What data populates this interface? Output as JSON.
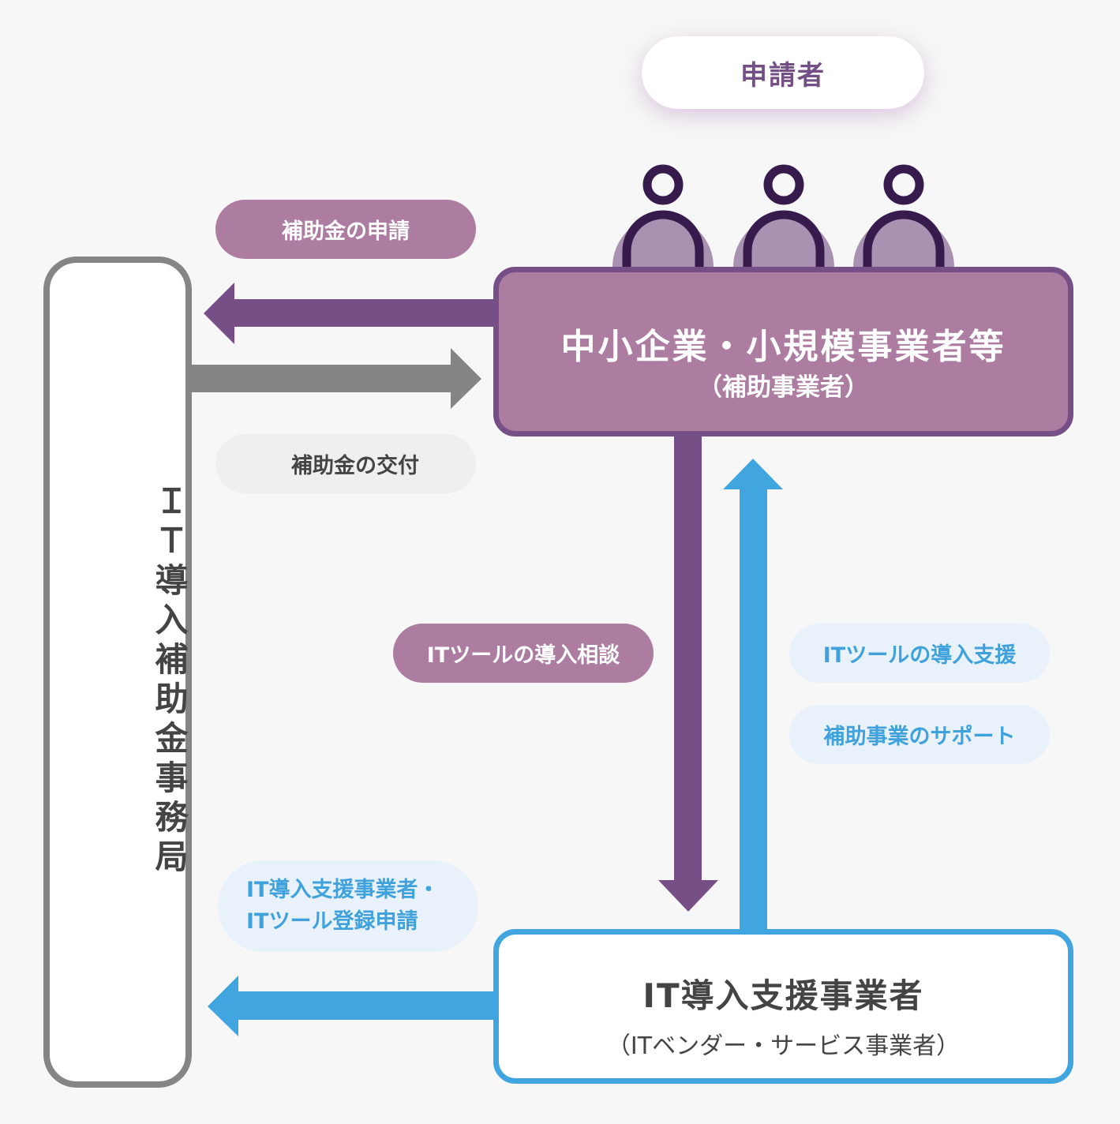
{
  "applicant": {
    "label": "申請者"
  },
  "office": {
    "title": "ＩＴ導入補助金事務局"
  },
  "sme": {
    "title": "中小企業・小規模事業者等",
    "subtitle": "（補助事業者）",
    "people_count": 3
  },
  "vendor": {
    "title": "IT導入支援事業者",
    "subtitle": "（ITベンダー・サービス事業者）"
  },
  "flows": {
    "subsidy_application": {
      "label": "補助金の申請",
      "from": "sme",
      "to": "office"
    },
    "subsidy_grant": {
      "label": "補助金の交付",
      "from": "office",
      "to": "sme"
    },
    "consultation": {
      "label": "ITツールの導入相談",
      "from": "sme",
      "to": "vendor"
    },
    "support": {
      "labels": [
        "ITツールの導入支援",
        "補助事業のサポート"
      ],
      "from": "vendor",
      "to": "sme"
    },
    "registration": {
      "label_lines": [
        "IT導入支援事業者・",
        "ITツール登録申請"
      ],
      "from": "vendor",
      "to": "office"
    }
  },
  "colors": {
    "background": "#f7f7f7",
    "purple_dark": "#764f86",
    "purple_light": "#ad7ca1",
    "person_dark": "#361b4c",
    "person_body": "#a891b1",
    "gray": "#858585",
    "blue": "#41a5df",
    "blue_light": "#e9f2fa"
  }
}
